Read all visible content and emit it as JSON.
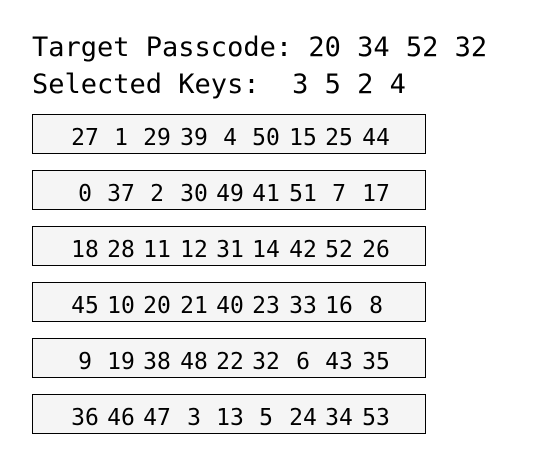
{
  "header": {
    "target_label": "Target Passcode:",
    "target_value": "20 34 52 32",
    "selected_label": "Selected Keys:",
    "selected_value": "3 5 2 4"
  },
  "rows": [
    [
      "27",
      "1",
      "29",
      "39",
      "4",
      "50",
      "15",
      "25",
      "44"
    ],
    [
      "0",
      "37",
      "2",
      "30",
      "49",
      "41",
      "51",
      "7",
      "17"
    ],
    [
      "18",
      "28",
      "11",
      "12",
      "31",
      "14",
      "42",
      "52",
      "26"
    ],
    [
      "45",
      "10",
      "20",
      "21",
      "40",
      "23",
      "33",
      "16",
      "8"
    ],
    [
      "9",
      "19",
      "38",
      "48",
      "22",
      "32",
      "6",
      "43",
      "35"
    ],
    [
      "36",
      "46",
      "47",
      "3",
      "13",
      "5",
      "24",
      "34",
      "53"
    ]
  ]
}
